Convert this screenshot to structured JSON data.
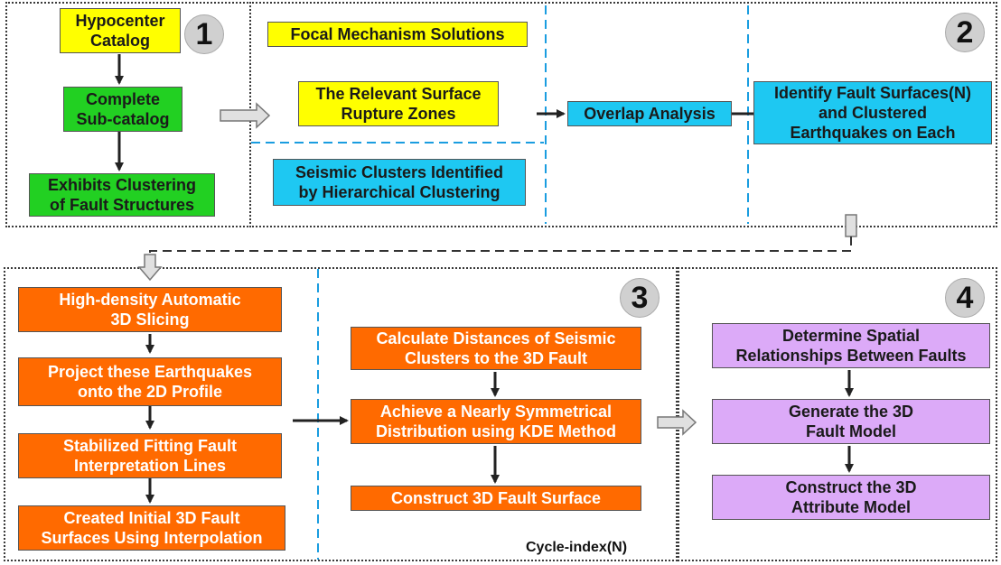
{
  "panel1": {
    "number": "1",
    "hypocenter_catalog": "Hypocenter\nCatalog",
    "complete_subcatalog": "Complete\nSub-catalog",
    "exhibits_clustering": "Exhibits Clustering\nof Fault Structures"
  },
  "panel2": {
    "number": "2",
    "focal_mechanism": "Focal Mechanism Solutions",
    "surface_rupture": "The Relevant Surface\nRupture Zones",
    "seismic_clusters": "Seismic Clusters Identified\nby Hierarchical Clustering",
    "overlap_analysis": "Overlap Analysis",
    "identify_faults": "Identify Fault Surfaces(N)\nand Clustered\nEarthquakes on Each"
  },
  "panel3": {
    "number": "3",
    "slicing": "High-density Automatic\n3D Slicing",
    "project": "Project these Earthquakes\nonto the 2D Profile",
    "stabilized": "Stabilized Fitting Fault\nInterpretation Lines",
    "created_initial": "Created Initial 3D Fault\nSurfaces Using Interpolation",
    "calculate_distances": "Calculate Distances of Seismic\nClusters to the 3D Fault",
    "symmetrical": "Achieve a Nearly Symmetrical\nDistribution using KDE Method",
    "construct_surface": "Construct 3D Fault Surface",
    "cycle_index": "Cycle-index(N)"
  },
  "panel4": {
    "number": "4",
    "spatial": "Determine Spatial\nRelationships Between Faults",
    "generate": "Generate the 3D\nFault Model",
    "attribute": "Construct the 3D\nAttribute Model"
  },
  "colors": {
    "yellow": "#ffff00",
    "green": "#22d022",
    "cyan": "#1ec8f2",
    "orange": "#ff6a00",
    "purple": "#dcaaf8",
    "blue_dashed": "#1a9de0"
  }
}
